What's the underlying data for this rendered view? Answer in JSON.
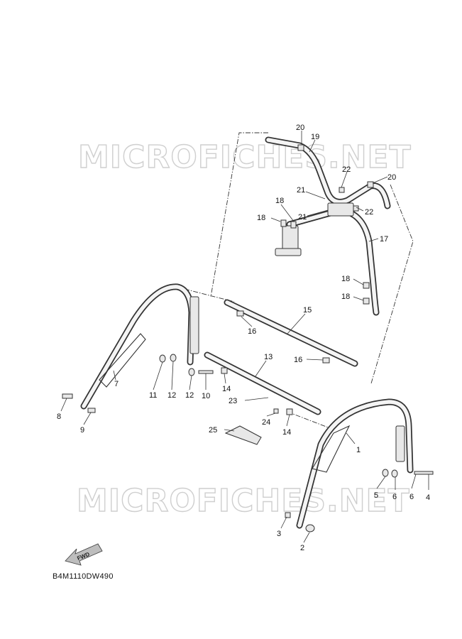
{
  "watermark": "MICROFICHES.NET",
  "diagram_code": "B4M1110DW490",
  "fwd_label": "FWD",
  "callouts": [
    {
      "id": "c1",
      "label": "1"
    },
    {
      "id": "c2",
      "label": "2"
    },
    {
      "id": "c3",
      "label": "3"
    },
    {
      "id": "c4",
      "label": "4"
    },
    {
      "id": "c5",
      "label": "5"
    },
    {
      "id": "c6a",
      "label": "6"
    },
    {
      "id": "c6b",
      "label": "6"
    },
    {
      "id": "c7",
      "label": "7"
    },
    {
      "id": "c8",
      "label": "8"
    },
    {
      "id": "c9",
      "label": "9"
    },
    {
      "id": "c10",
      "label": "10"
    },
    {
      "id": "c11",
      "label": "11"
    },
    {
      "id": "c12a",
      "label": "12"
    },
    {
      "id": "c12b",
      "label": "12"
    },
    {
      "id": "c13",
      "label": "13"
    },
    {
      "id": "c14a",
      "label": "14"
    },
    {
      "id": "c14b",
      "label": "14"
    },
    {
      "id": "c15",
      "label": "15"
    },
    {
      "id": "c16a",
      "label": "16"
    },
    {
      "id": "c16b",
      "label": "16"
    },
    {
      "id": "c17",
      "label": "17"
    },
    {
      "id": "c18a",
      "label": "18"
    },
    {
      "id": "c18b",
      "label": "18"
    },
    {
      "id": "c18c",
      "label": "18"
    },
    {
      "id": "c18d",
      "label": "18"
    },
    {
      "id": "c19",
      "label": "19"
    },
    {
      "id": "c20a",
      "label": "20"
    },
    {
      "id": "c20b",
      "label": "20"
    },
    {
      "id": "c21a",
      "label": "21"
    },
    {
      "id": "c21b",
      "label": "21"
    },
    {
      "id": "c22a",
      "label": "22"
    },
    {
      "id": "c22b",
      "label": "22"
    },
    {
      "id": "c23",
      "label": "23"
    },
    {
      "id": "c24",
      "label": "24"
    },
    {
      "id": "c25",
      "label": "25"
    }
  ]
}
